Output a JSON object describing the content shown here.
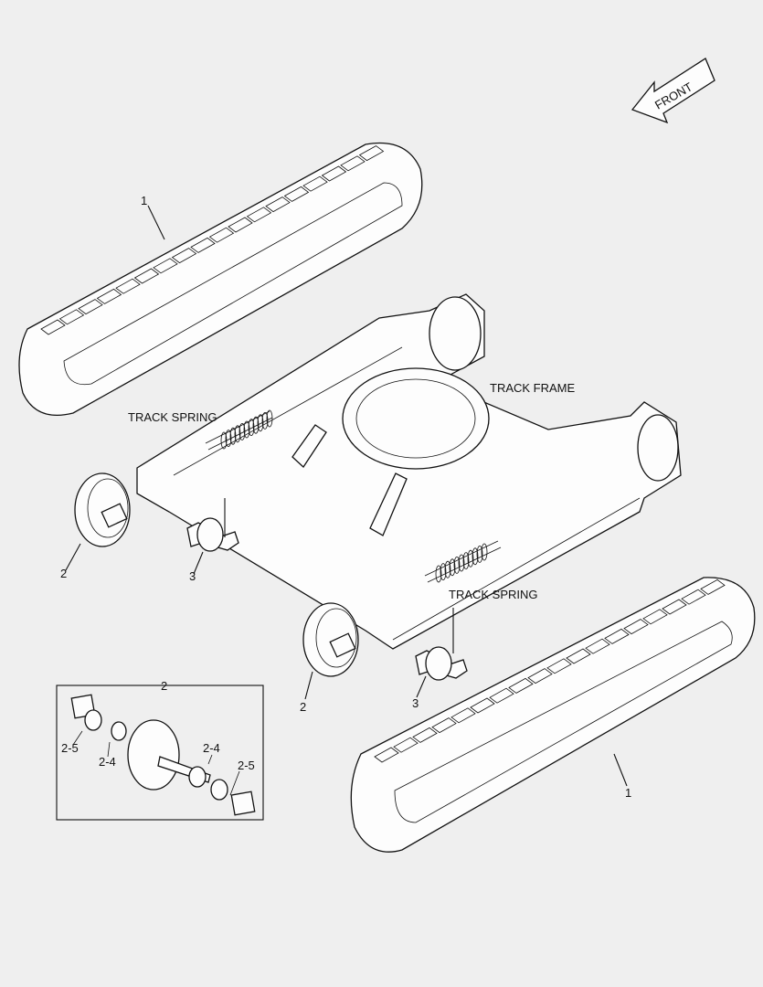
{
  "front_arrow": {
    "label": "FRONT"
  },
  "labels": {
    "track_frame": "TRACK  FRAME",
    "track_spring_upper": "TRACK SPRING",
    "track_spring_lower": "TRACK SPRING"
  },
  "callouts": {
    "track_upper": "1",
    "track_lower": "1",
    "idler_upper": "2",
    "idler_lower": "2",
    "roller_upper": "3",
    "roller_lower": "3"
  },
  "detail_box": {
    "title": "2",
    "item_2_5_left": "2-5",
    "item_2_4_left": "2-4",
    "item_2_4_right": "2-4",
    "item_2_5_right": "2-5"
  }
}
